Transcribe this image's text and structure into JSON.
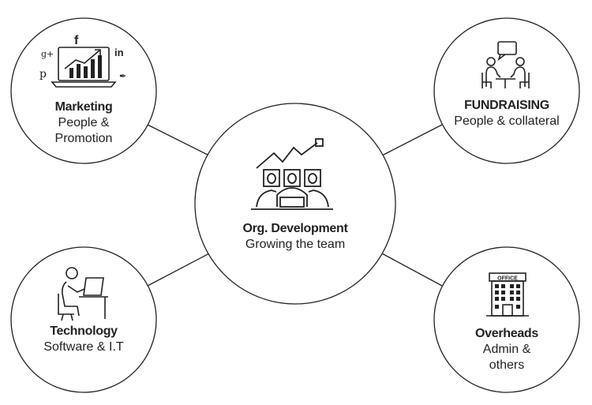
{
  "center": {
    "title": "Org. Development",
    "subtitle": "Growing the team",
    "icon": "growth-team-icon"
  },
  "nodes": [
    {
      "id": "marketing",
      "title": "Marketing",
      "subtitle_lines": [
        "People &",
        "Promotion"
      ],
      "icon": "social-media-laptop-icon",
      "social_icons": [
        "g+",
        "f",
        "in",
        "p",
        "twitter"
      ]
    },
    {
      "id": "fundraising",
      "title": "FUNDRAISING",
      "subtitle_lines": [
        "People & collateral"
      ],
      "icon": "meeting-icon"
    },
    {
      "id": "technology",
      "title": "Technology",
      "subtitle_lines": [
        "Software & I.T"
      ],
      "icon": "person-at-desk-icon"
    },
    {
      "id": "overheads",
      "title": "Overheads",
      "subtitle_lines": [
        "Admin &",
        "others"
      ],
      "icon": "office-building-icon",
      "sign_text": "OFFICE"
    }
  ],
  "colors": {
    "stroke": "#222222",
    "background": "#ffffff"
  }
}
